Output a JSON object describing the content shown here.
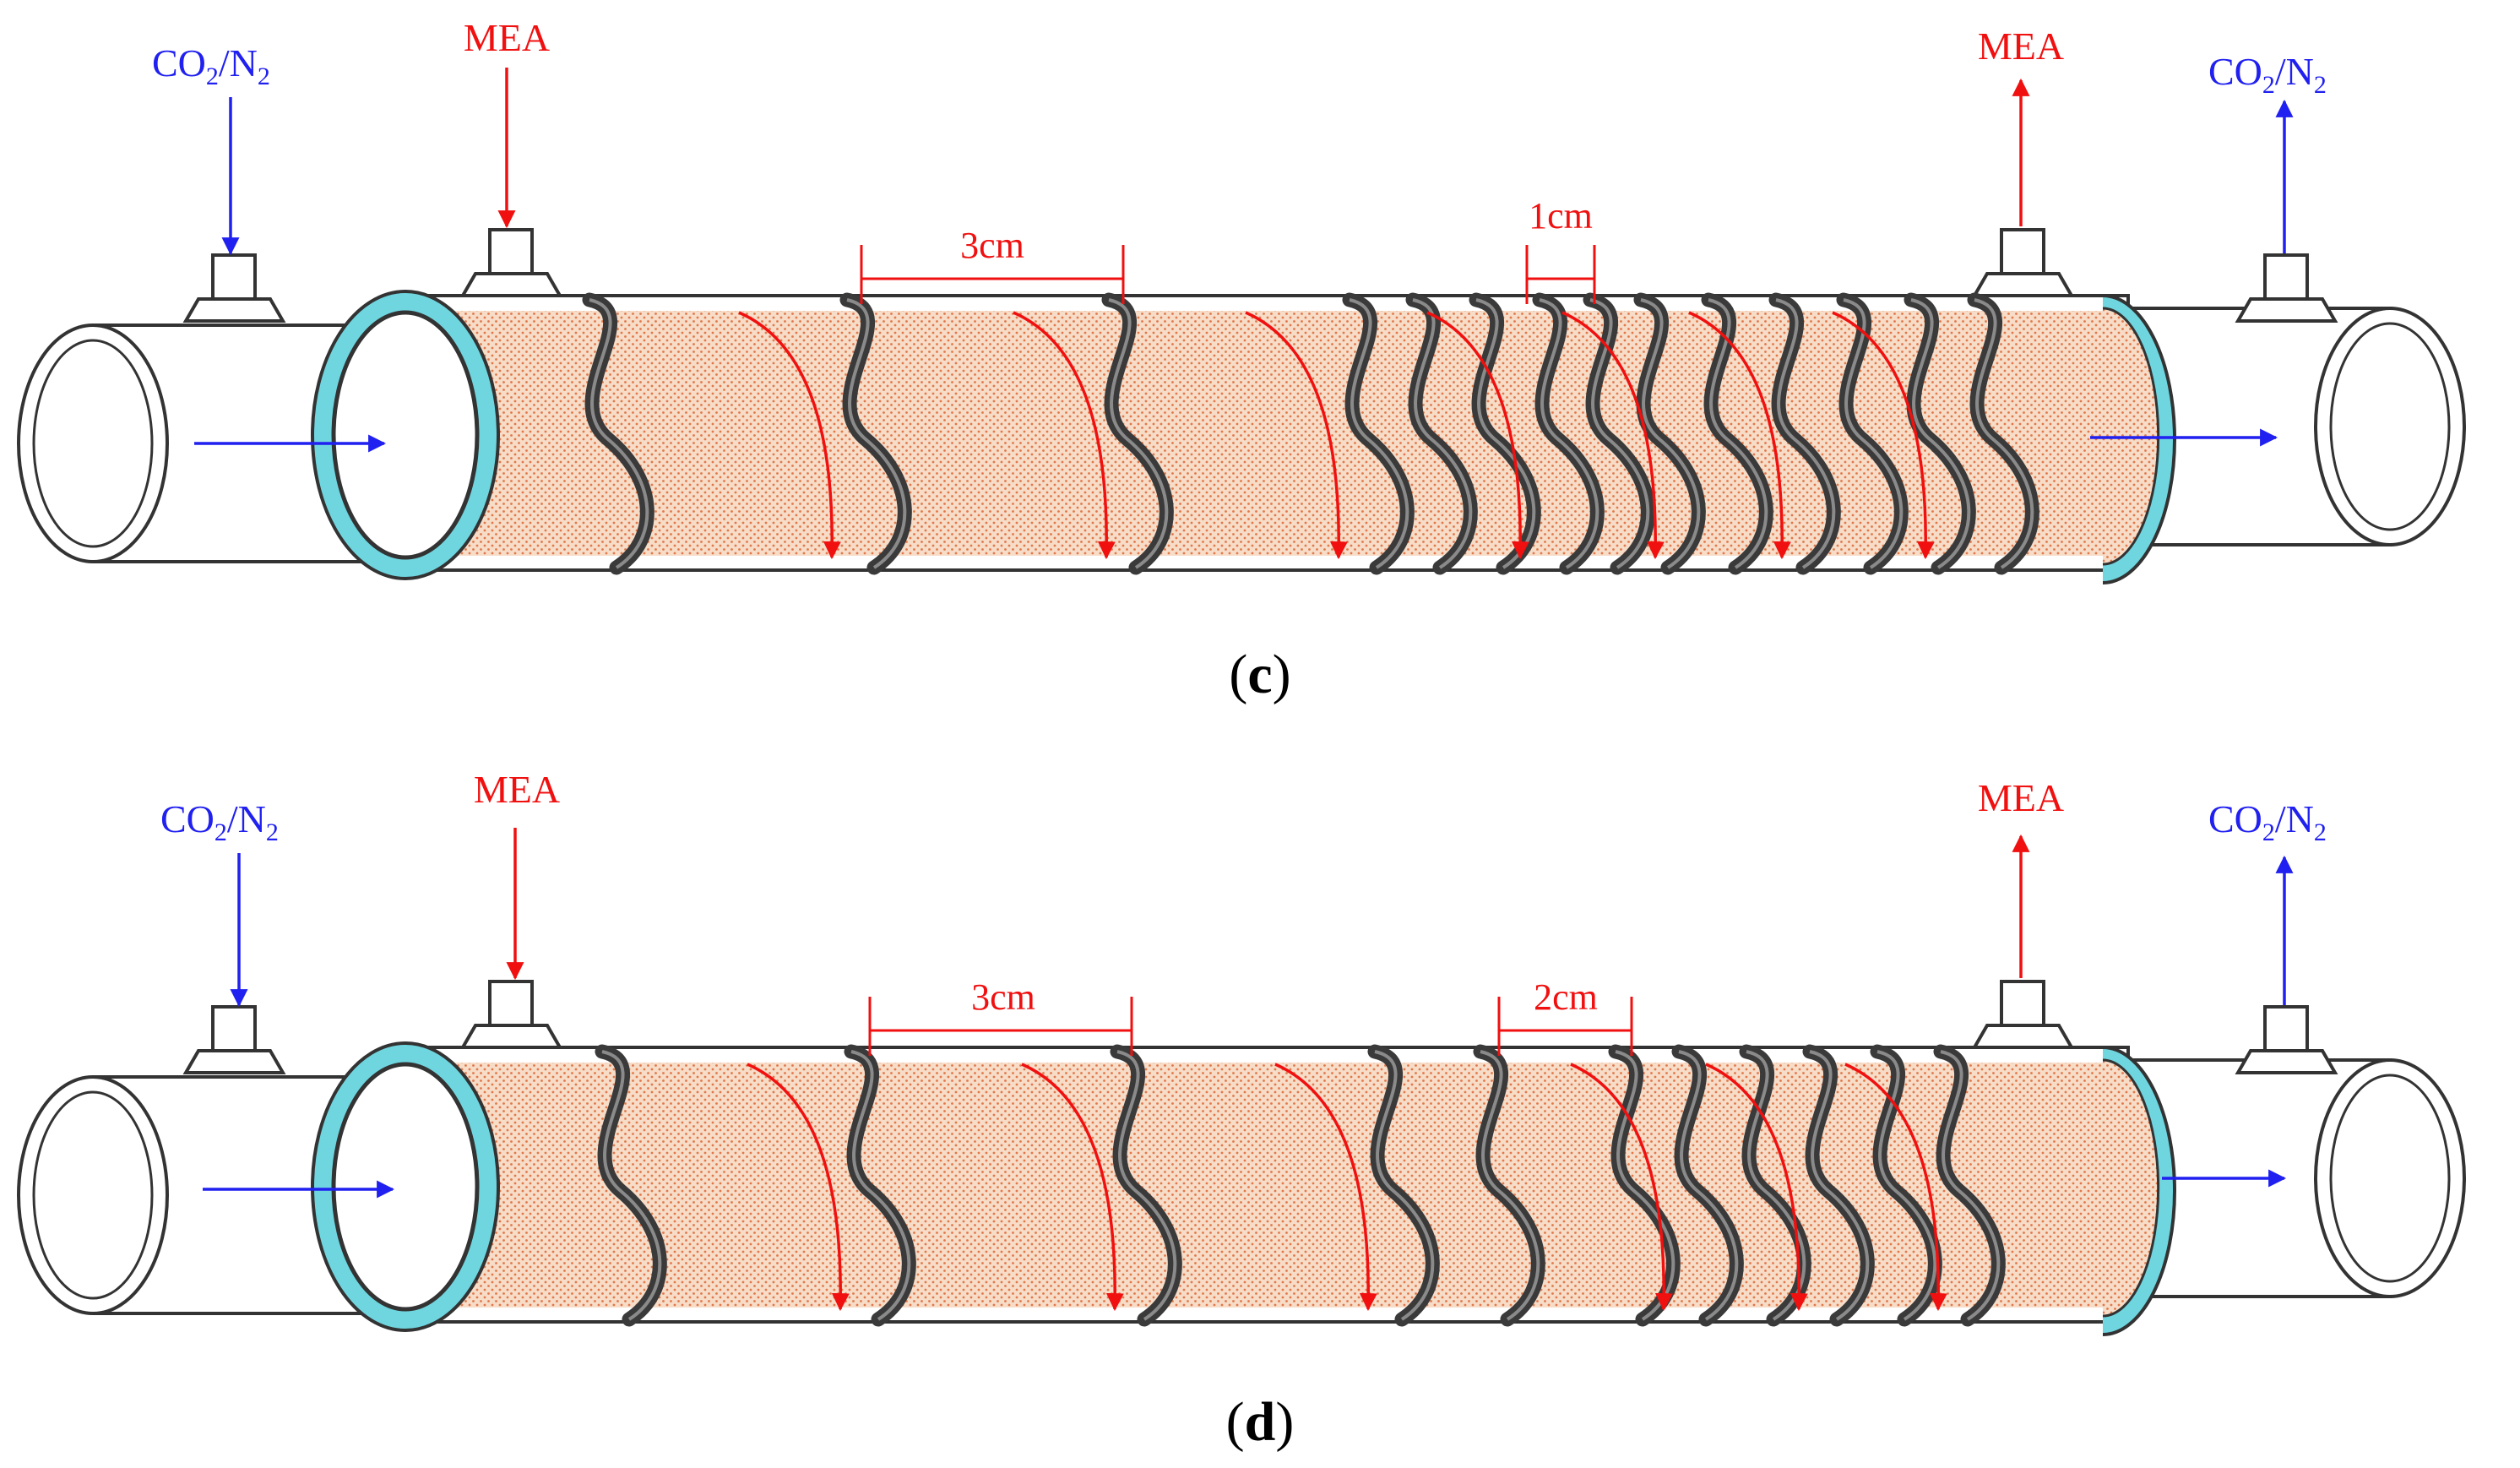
{
  "colors": {
    "gas": "#2020f0",
    "liquid": "#f01010",
    "ring": "#6fd6e0",
    "packing": "#f7dcc8",
    "dots": "#e0784a",
    "spring": "#3a3a3a",
    "tube": "#ffffff"
  },
  "panels": [
    {
      "caption_letter": "c",
      "gas_in_label": {
        "base": "CO",
        "sub1": "2",
        "mid": "/N",
        "sub2": "2"
      },
      "liquid_in_label": "MEA",
      "liquid_out_label": "MEA",
      "gas_out_label": {
        "base": "CO",
        "sub1": "2",
        "mid": "/N",
        "sub2": "2"
      },
      "pitch_labels": [
        "3cm",
        "1cm"
      ],
      "pitch_values_cm": [
        3,
        1
      ]
    },
    {
      "caption_letter": "d",
      "gas_in_label": {
        "base": "CO",
        "sub1": "2",
        "mid": "/N",
        "sub2": "2"
      },
      "liquid_in_label": "MEA",
      "liquid_out_label": "MEA",
      "gas_out_label": {
        "base": "CO",
        "sub1": "2",
        "mid": "/N",
        "sub2": "2"
      },
      "pitch_labels": [
        "3cm",
        "2cm"
      ],
      "pitch_values_cm": [
        3,
        2
      ]
    }
  ]
}
